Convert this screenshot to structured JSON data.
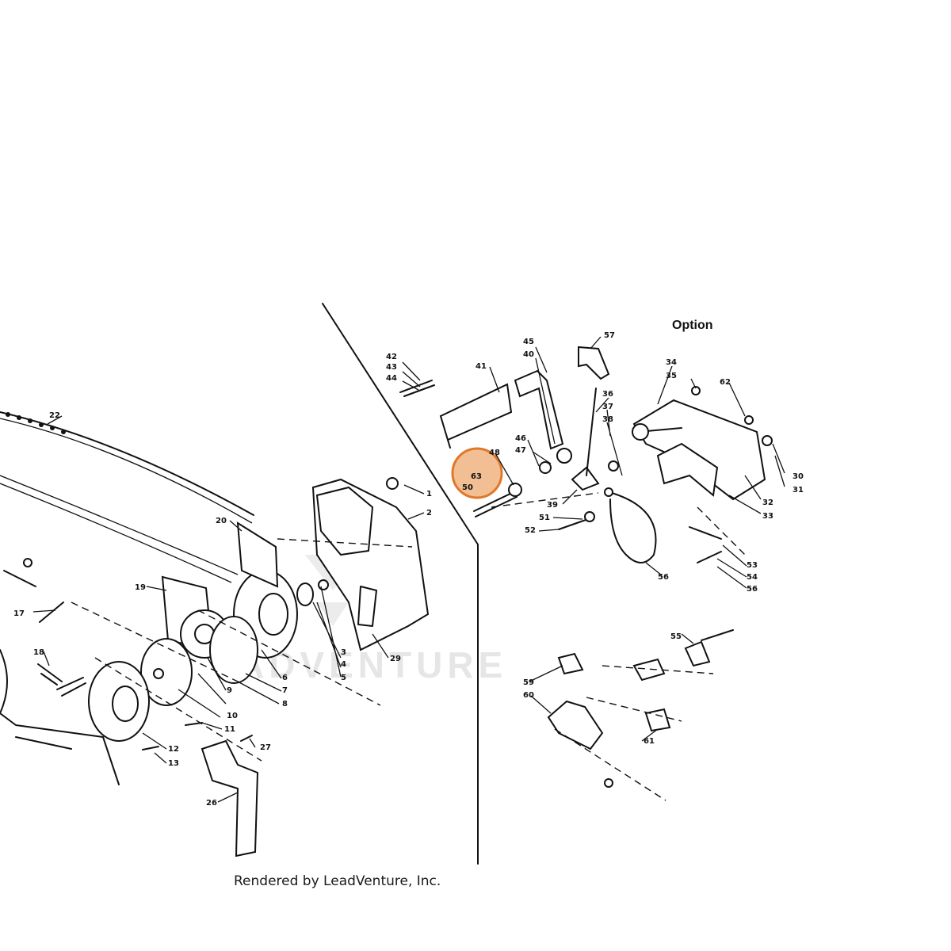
{
  "diagram": {
    "option_label": "Option",
    "footer": "Rendered by LeadVenture, Inc.",
    "watermark": "ADVENTURE",
    "highlight": {
      "color": "#e8893a",
      "label": "63",
      "secondary_label": "50"
    },
    "callouts": [
      "1",
      "2",
      "3",
      "4",
      "5",
      "6",
      "7",
      "8",
      "9",
      "10",
      "11",
      "12",
      "13",
      "17",
      "18",
      "19",
      "20",
      "22",
      "26",
      "27",
      "29",
      "30",
      "31",
      "32",
      "33",
      "34",
      "35",
      "36",
      "37",
      "38",
      "39",
      "40",
      "41",
      "42",
      "43",
      "44",
      "45",
      "46",
      "47",
      "48",
      "51",
      "52",
      "53",
      "54",
      "55",
      "56",
      "57",
      "59",
      "60",
      "61",
      "62"
    ]
  }
}
